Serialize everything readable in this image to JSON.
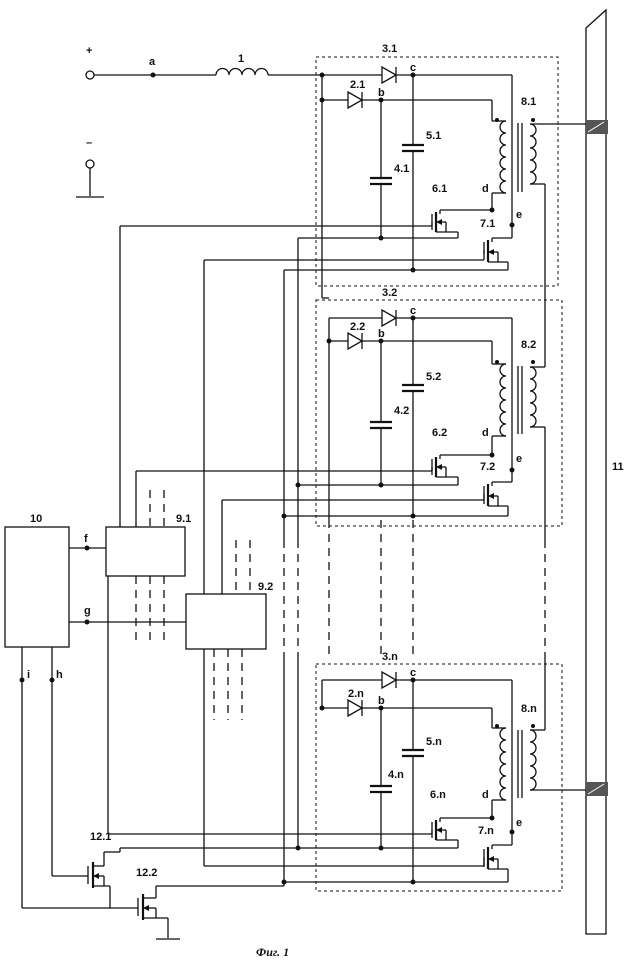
{
  "labels": {
    "plus": "+",
    "minus": "–",
    "a": "a",
    "inductor": "1",
    "m1": {
      "d3": "3.1",
      "d2": "2.1",
      "b": "b",
      "c": "c",
      "c5": "5.1",
      "c4": "4.1",
      "t6": "6.1",
      "t7": "7.1",
      "d": "d",
      "e": "e",
      "tr": "8.1"
    },
    "m2": {
      "d3": "3.2",
      "d2": "2.2",
      "b": "b",
      "c": "c",
      "c5": "5.2",
      "c4": "4.2",
      "t6": "6.2",
      "t7": "7.2",
      "d": "d",
      "e": "e",
      "tr": "8.2"
    },
    "mn": {
      "d3": "3.n",
      "d2": "2.n",
      "b": "b",
      "c": "c",
      "c5": "5.n",
      "c4": "4.n",
      "t6": "6.n",
      "t7": "7.n",
      "d": "d",
      "e": "e",
      "tr": "8.n"
    },
    "load": "11",
    "controller": "10",
    "f": "f",
    "g": "g",
    "h": "h",
    "i": "i",
    "drv1": "9.1",
    "drv2": "9.2",
    "sw1": "12.1",
    "sw2": "12.2",
    "caption": "Фиг. 1"
  }
}
